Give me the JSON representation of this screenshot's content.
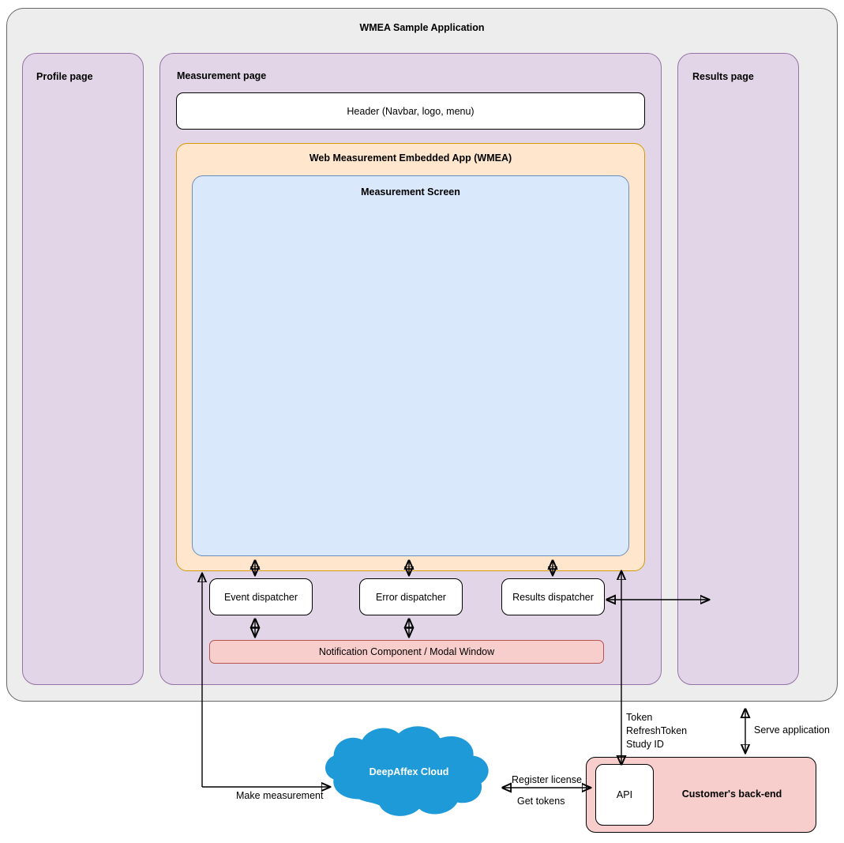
{
  "diagram": {
    "title": "WMEA Sample Application",
    "app_shell": {
      "label": "WMEA Sample Application"
    },
    "pages": [
      {
        "id": "profile",
        "label": "Profile page"
      },
      {
        "id": "measurement",
        "label": "Measurement page"
      },
      {
        "id": "results",
        "label": "Results page"
      }
    ],
    "header": {
      "label": "Header (Navbar, logo, menu)"
    },
    "wmea": {
      "label": "Web Measurement Embedded App (WMEA)"
    },
    "measurement_screen": {
      "label": "Measurement Screen"
    },
    "dispatchers": [
      {
        "id": "event",
        "label": "Event dispatcher"
      },
      {
        "id": "error",
        "label": "Error dispatcher"
      },
      {
        "id": "results",
        "label": "Results dispatcher"
      }
    ],
    "notification": {
      "label": "Notification Component / Modal Window"
    },
    "cloud": {
      "label": "DeepAffex Cloud"
    },
    "backend": {
      "label": "Customer's back-end"
    },
    "api": {
      "label": "API"
    },
    "edge_labels": {
      "token": "Token\nRefreshToken\nStudy ID",
      "token_line1": "Token",
      "token_line2": "RefreshToken",
      "token_line3": "Study ID",
      "serve_application": "Serve application",
      "register_license": "Register license",
      "get_tokens": "Get tokens",
      "make_measurement": "Make measurement"
    },
    "colors": {
      "shell_fill": "#ededed",
      "shell_stroke": "#666666",
      "page_fill": "#e1d5e7",
      "page_stroke": "#9673a6",
      "wmea_fill": "#ffe6cc",
      "wmea_stroke": "#d79b00",
      "screen_fill": "#dae8fc",
      "screen_stroke": "#6c8ebf",
      "notification_fill": "#f8cecc",
      "notification_stroke": "#b85450",
      "backend_fill": "#f8cecc",
      "cloud_fill": "#1e9ad8",
      "box_fill": "#ffffff",
      "stroke": "#000000",
      "text": "#000000",
      "cloud_text": "#ffffff"
    }
  }
}
